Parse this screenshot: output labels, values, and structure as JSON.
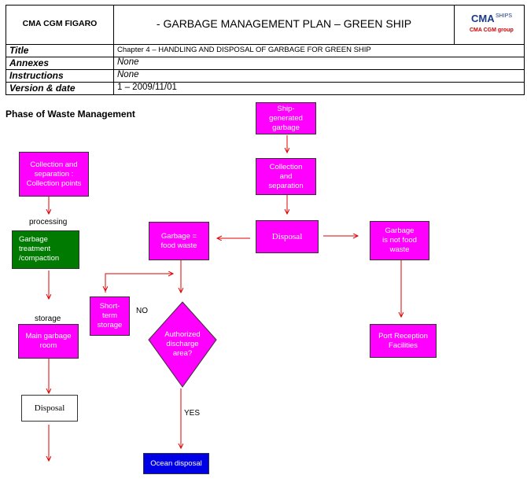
{
  "header": {
    "ship_name": "CMA CGM FIGARO",
    "doc_title": "- GARBAGE MANAGEMENT PLAN – GREEN SHIP",
    "logo_main": "CMA",
    "logo_sub": "SHIPS",
    "logo_group": "CMA CGM group"
  },
  "meta": {
    "rows": [
      {
        "label": "Title",
        "value": "Chapter 4 – HANDLING AND DISPOSAL OF GARBAGE FOR GREEN SHIP"
      },
      {
        "label": "Annexes",
        "value": "None"
      },
      {
        "label": "Instructions",
        "value": "None"
      },
      {
        "label": "Version & date",
        "value": "1 – 2009/11/01"
      }
    ]
  },
  "diagram": {
    "heading": "Phase of Waste Management",
    "nodes": {
      "collection_points": "Collection and separation : Collection points",
      "processing_label": "processing",
      "garbage_treatment": "Garbage treatment /compaction",
      "storage_label": "storage",
      "main_garbage_room": "Main garbage room",
      "disposal_left": "Disposal",
      "ship_generated": "Ship-generated garbage",
      "collection_separation": "Collection and separation",
      "disposal_center": "Disposal",
      "food_waste": "Garbage = food  waste",
      "not_food_waste": "Garbage is not food  waste",
      "short_term_storage": "Short-term storage",
      "no_label": "NO",
      "authorized_discharge": "Authorized discharge area?",
      "yes_label": "YES",
      "ocean_disposal": "Ocean disposal",
      "port_reception": "Port Reception Facilities"
    },
    "colors": {
      "magenta": "#ff00ff",
      "green": "#007a00",
      "blue": "#0000e6",
      "arrow": "#e00000"
    }
  }
}
